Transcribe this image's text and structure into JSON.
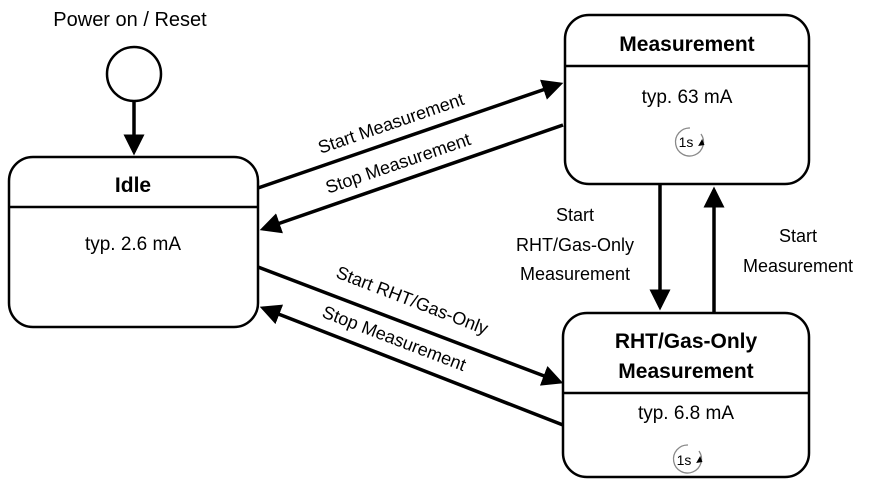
{
  "start": {
    "label": "Power on / Reset"
  },
  "states": {
    "idle": {
      "name": "Idle",
      "current": "typ. 2.6 mA"
    },
    "measurement": {
      "name": "Measurement",
      "current": "typ. 63 mA",
      "timer": "1s"
    },
    "rht": {
      "name_line1": "RHT/Gas-Only",
      "name_line2": "Measurement",
      "current": "typ. 6.8 mA",
      "timer": "1s"
    }
  },
  "transitions": {
    "idle_to_measurement": "Start Measurement",
    "measurement_to_idle": "Stop Measurement",
    "idle_to_rht": "Start RHT/Gas-Only",
    "rht_to_idle": "Stop Measurement",
    "measurement_to_rht": [
      "Start",
      "RHT/Gas-Only",
      "Measurement"
    ],
    "rht_to_measurement": [
      "Start",
      "Measurement"
    ]
  }
}
